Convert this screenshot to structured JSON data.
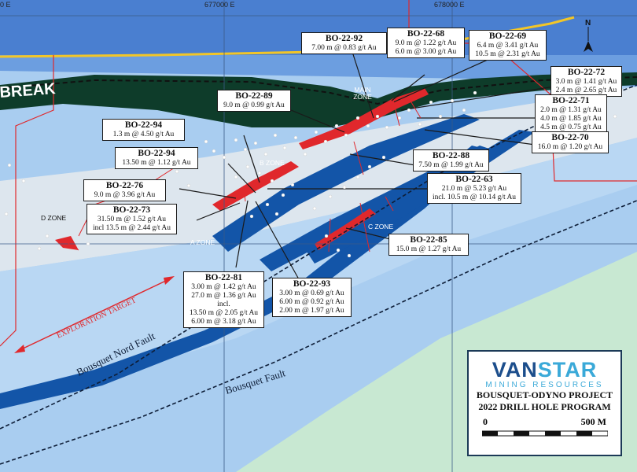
{
  "map": {
    "coords": [
      "677000 E",
      "678000 E",
      "0 E"
    ],
    "faults": [
      "Bousquet Nord Fault",
      "Bousquet Fault"
    ],
    "break_label": "BREAK",
    "exploration_label": "EXPLORATION TARGET",
    "zones": [
      "MAIN ZONE",
      "B ZONE",
      "A ZONE",
      "C ZONE",
      "D ZONE"
    ],
    "north_label": "N",
    "colors": {
      "sea": "#a9cdf0",
      "dark_band": "#0e3c2a",
      "grey_strip": "#dde6ee",
      "green_land": "#c8e8d2",
      "yellow_road": "#f2c628",
      "blue_lenses": "#1355a8",
      "red_zone": "#e0282c"
    }
  },
  "callouts": [
    {
      "hole": "BO-22-92",
      "lines": [
        "7.00 m @ 0.83 g/t Au"
      ]
    },
    {
      "hole": "BO-22-68",
      "lines": [
        "9.0 m @ 1.22 g/t Au",
        "6.0 m @ 3.00 g/t Au"
      ]
    },
    {
      "hole": "BO-22-69",
      "lines": [
        "6.4 m @ 3.41 g/t Au",
        "10.5 m @ 2.31 g/t Au"
      ]
    },
    {
      "hole": "BO-22-72",
      "lines": [
        "3.0 m @ 1.41 g/t Au",
        "2.4 m @ 2.65 g/t Au"
      ]
    },
    {
      "hole": "BO-22-89",
      "lines": [
        "9.0 m @ 0.99 g/t Au"
      ]
    },
    {
      "hole": "BO-22-71",
      "lines": [
        "2.0 m @ 1.31 g/t Au",
        "4.0 m @ 1.85 g/t Au",
        "4.5 m @ 0.75 g/t Au"
      ]
    },
    {
      "hole": "BO-22-94",
      "lines": [
        "1.3 m @ 4.50 g/t Au"
      ]
    },
    {
      "hole": "BO-22-70",
      "lines": [
        "16.0 m @ 1.20 g/t Au"
      ]
    },
    {
      "hole": "BO-22-94",
      "lines": [
        "13.50 m @ 1.12 g/t Au"
      ]
    },
    {
      "hole": "BO-22-88",
      "lines": [
        "7.50 m @ 1.99 g/t Au"
      ]
    },
    {
      "hole": "BO-22-63",
      "lines": [
        "21.0 m @ 5.23 g/t Au",
        "incl. 10.5 m @ 10.14 g/t Au"
      ]
    },
    {
      "hole": "BO-22-76",
      "lines": [
        "9.0 m @ 3.96 g/t Au"
      ]
    },
    {
      "hole": "BO-22-73",
      "lines": [
        "31.50 m @ 1.52 g/t Au",
        "incl 13.5 m @ 2.44 g/t Au"
      ]
    },
    {
      "hole": "BO-22-85",
      "lines": [
        "15.0 m @ 1.27 g/t Au"
      ]
    },
    {
      "hole": "BO-22-81",
      "lines": [
        "3.00 m @ 1.42 g/t Au",
        "27.0 m @ 1.36 g/t Au",
        "incl.",
        "13.50 m @ 2.05 g/t Au",
        "6.00 m @ 3.18 g/t Au"
      ]
    },
    {
      "hole": "BO-22-93",
      "lines": [
        "3.00 m @ 0.69 g/t Au",
        "6.00 m @ 0.92 g/t Au",
        "2.00 m @ 1.97 g/t Au"
      ]
    }
  ],
  "logo": {
    "brand_part1": "VAN",
    "brand_part2": "STAR",
    "subtitle": "MINING RESOURCES",
    "project": "BOUSQUET-ODYNO PROJECT",
    "program": "2022 DRILL HOLE PROGRAM",
    "scale_start": "0",
    "scale_end": "500 M"
  }
}
